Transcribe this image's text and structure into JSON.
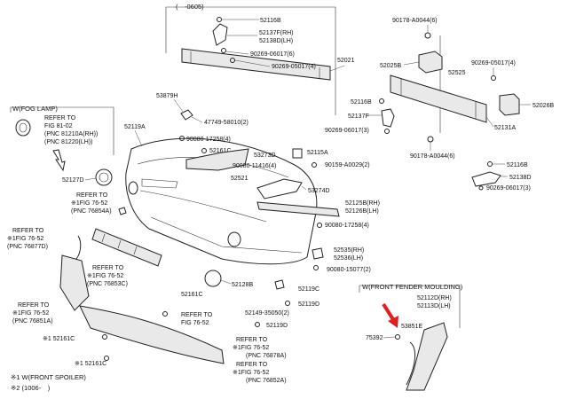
{
  "diagram": {
    "top_bracket": "(　-0605)",
    "center_labels": {
      "l52116B_top": "52116B",
      "l52137F_RH": "52137F(RH)",
      "l52138D_LH": "52138D(LH)",
      "l90269_06017_6_a": "90269-06017(6)",
      "l90269_05017_4_a": "90269-05017(4)",
      "l52021": "52021",
      "l53879H": "53879H",
      "l47749": "47749-58010(2)",
      "l52119A": "52119A",
      "l90080_17258_4_a": "90080-17258(4)",
      "l52161C_a": "52161C",
      "l53273D": "53273D",
      "l90080_11416": "90080-11416(4)",
      "l52115A": "52115A",
      "l90159": "90159-A0029(2)",
      "l52521": "52521",
      "l53274D": "53274D",
      "l52127D": "52127D",
      "l52125B_RH": "52125B(RH)",
      "l52126B_LH": "52126B(LH)",
      "l90080_17258_4_b": "90080-17258(4)",
      "l52535_RH": "52535(RH)",
      "l52536_LH": "52536(LH)",
      "l90080_15077": "90080-15077(2)",
      "l52128B": "52128B",
      "l52161C_b": "52161C",
      "l52119C": "52119C",
      "l52149": "52149-35050(2)",
      "l52119D_a": "52119D",
      "l52119D_b": "52119D"
    },
    "right_labels": {
      "l90178_top": "90178-A0044(6)",
      "l52025B": "52025B",
      "l52525": "52525",
      "l90269_05017_4_b": "90269-05017(4)",
      "l52116B_mid": "52116B",
      "l52026B": "52026B",
      "l52137F": "52137F",
      "l52131A": "52131A",
      "l90269_06017_3": "90269-06017(3)",
      "l90178_bot": "90178-A0044(6)",
      "l52116B_right": "52116B",
      "l52138D": "52138D",
      "l90269_06017_3_b": "90269-06017(3)"
    },
    "fog_lamp": {
      "title": "W(FOG LAMP)",
      "refer_to": "REFER TO",
      "fig": "FIG 81-02",
      "pnc1": "(PNC 81210A(RH))",
      "pnc2": "(PNC 81220(LH))"
    },
    "refer_notes": [
      {
        "l1": "REFER TO",
        "l2": "※1FIG 76-52",
        "l3": "(PNC 76854A)"
      },
      {
        "l1": "REFER TO",
        "l2": "※1FIG 76-52",
        "l3": "(PNC 76877D)"
      },
      {
        "l1": "REFER TO",
        "l2": "※1FIG 76-52",
        "l3": "(PNC 76853C)"
      },
      {
        "l1": "REFER TO",
        "l2": "※1FIG 76-52",
        "l3": "(PNC 76851A)"
      },
      {
        "l1": "REFER TO",
        "l2": "FIG 76-52"
      },
      {
        "l1": "REFER TO",
        "l2": "※1FIG 76-52",
        "l3": "(PNC 76878A)"
      },
      {
        "l1": "REFER TO",
        "l2": "※1FIG 76-52",
        "l3": "(PNC 76852A)"
      }
    ],
    "lower_left": {
      "l52161C_c": "※1 52161C",
      "l52161C_d": "※1 52161C"
    },
    "footnotes": {
      "f1": "※1 W(FRONT SPOILER)",
      "f2": "※2 (1006-　)"
    },
    "moulding": {
      "title": "W(FRONT FENDER MOULDING)",
      "l52112D_RH": "52112D(RH)",
      "l52113D_LH": "52113D(LH)",
      "l53851E": "53851E",
      "l75392": "75392"
    },
    "colors": {
      "ink": "#222222",
      "arrow": "#e02020",
      "bg": "#ffffff"
    }
  }
}
